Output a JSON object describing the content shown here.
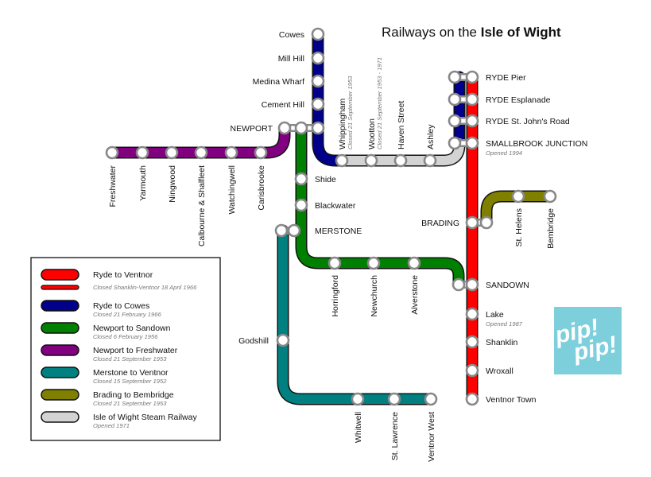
{
  "title": {
    "prefix": "Railways on the ",
    "bold": "Isle of Wight"
  },
  "colors": {
    "ryde_ventnor": "#ff0000",
    "ryde_cowes": "#00008b",
    "newport_sandown": "#008000",
    "newport_freshwater": "#800080",
    "merstone_ventnor": "#008080",
    "brading_bembridge": "#808000",
    "steam_railway": "#d3d3d3",
    "logo_bg": "#7ecfdc"
  },
  "stations": {
    "cowes": "Cowes",
    "mill_hill": "Mill Hill",
    "medina_wharf": "Medina Wharf",
    "cement_hill": "Cement Hill",
    "newport": "NEWPORT",
    "whippingham": "Whippingham",
    "whippingham_note": "Closed 21 September 1953",
    "wootton": "Wootton",
    "wootton_note": "Closed 21 September 1953 - 1971",
    "haven_street": "Haven Street",
    "ashley": "Ashley",
    "ryde_pier": "RYDE Pier",
    "ryde_esplanade": "RYDE Esplanade",
    "ryde_st_johns": "RYDE St. John's Road",
    "smallbrook": "SMALLBROOK JUNCTION",
    "smallbrook_note": "Opened 1994",
    "freshwater": "Freshwater",
    "yarmouth": "Yarmouth",
    "ningwood": "Ningwood",
    "calbourne": "Calbourne & Shalfleet",
    "watchingwell": "Watchingwell",
    "carisbrooke": "Carisbrooke",
    "shide": "Shide",
    "blackwater": "Blackwater",
    "merstone": "MERSTONE",
    "brading": "BRADING",
    "st_helens": "St. Helens",
    "bembridge": "Bembridge",
    "horringford": "Horringford",
    "newchurch": "Newchurch",
    "alverstone": "Alverstone",
    "sandown": "SANDOWN",
    "lake": "Lake",
    "lake_note": "Opened 1987",
    "shanklin": "Shanklin",
    "wroxall": "Wroxall",
    "ventnor_town": "Ventnor Town",
    "godshill": "Godshill",
    "whitwell": "Whitwell",
    "st_lawrence": "St. Lawrence",
    "ventnor_west": "Ventnor West"
  },
  "legend": [
    {
      "label": "Ryde to Ventnor",
      "note": ""
    },
    {
      "label": "",
      "note": "Closed Shanklin-Ventnor 18 April 1966"
    },
    {
      "label": "Ryde to Cowes",
      "note": "Closed 21 February 1966"
    },
    {
      "label": "Newport to Sandown",
      "note": "Closed 6 February 1956"
    },
    {
      "label": "Newport to Freshwater",
      "note": "Closed 21 September 1953"
    },
    {
      "label": "Merstone to Ventnor",
      "note": "Closed 15 September 1952"
    },
    {
      "label": "Brading to Bembridge",
      "note": "Closed 21 September 1953"
    },
    {
      "label": "Isle of Wight Steam Railway",
      "note": "Opened 1971"
    }
  ],
  "logo": {
    "line1": "pip!",
    "line2": "pip!"
  }
}
